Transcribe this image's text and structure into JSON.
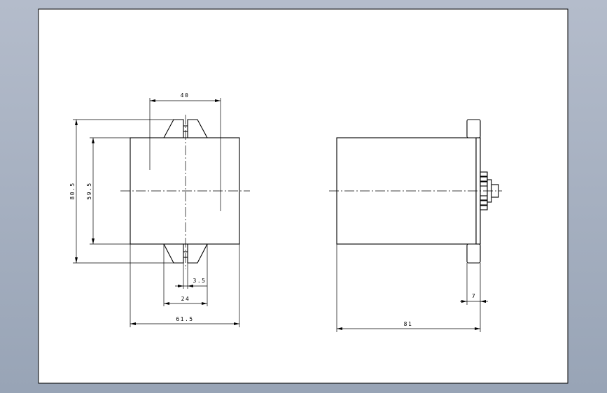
{
  "colors": {
    "background_top": "#b4bccb",
    "background_bottom": "#98a4b6",
    "sheet": "#ffffff",
    "ink": "#000000"
  },
  "views": {
    "front": {
      "dimensions": {
        "top_width": "40",
        "outer_height": "80.5",
        "body_height": "59.5",
        "slot_width": "3.5",
        "clip_span": "24",
        "body_width": "61.5"
      }
    },
    "side": {
      "dimensions": {
        "overall_depth": "81",
        "flange_thickness": "7"
      }
    }
  }
}
